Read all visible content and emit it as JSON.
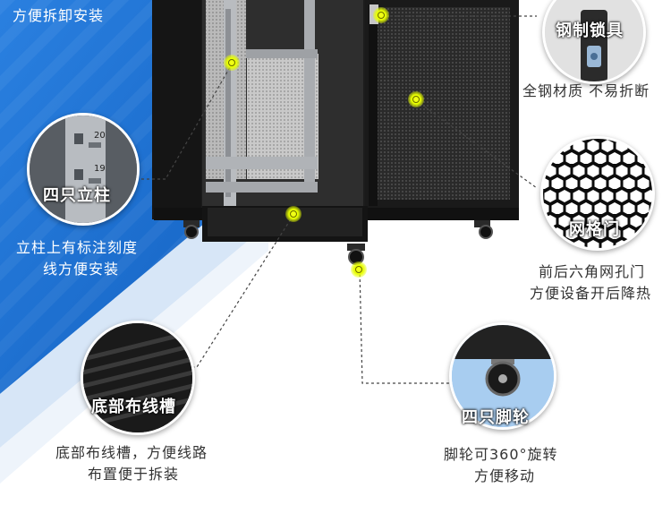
{
  "top_left_caption": "方便拆卸安装",
  "features": {
    "lock": {
      "badge": "钢制锁具",
      "desc": "全钢材质 不易折断",
      "lock_icon": "lock-cylinder-icon"
    },
    "post": {
      "badge": "四只立柱",
      "desc_line1": "立柱上有标注刻度",
      "desc_line2": "线方便安装",
      "scale_marks": [
        "20",
        "19"
      ]
    },
    "mesh": {
      "badge": "网格门",
      "desc_line1": "前后六角网孔门",
      "desc_line2": "方便设备开后降热"
    },
    "cable": {
      "badge": "底部布线槽",
      "desc_line1": "底部布线槽，方便线路",
      "desc_line2": "布置便于拆装"
    },
    "caster": {
      "badge": "四只脚轮",
      "desc_line1": "脚轮可360°旋转",
      "desc_line2": "方便移动"
    }
  },
  "colors": {
    "blue_panel": "#1a6fd1",
    "highlight": "#e8ff00",
    "cabinet": "#1b1b1b"
  }
}
